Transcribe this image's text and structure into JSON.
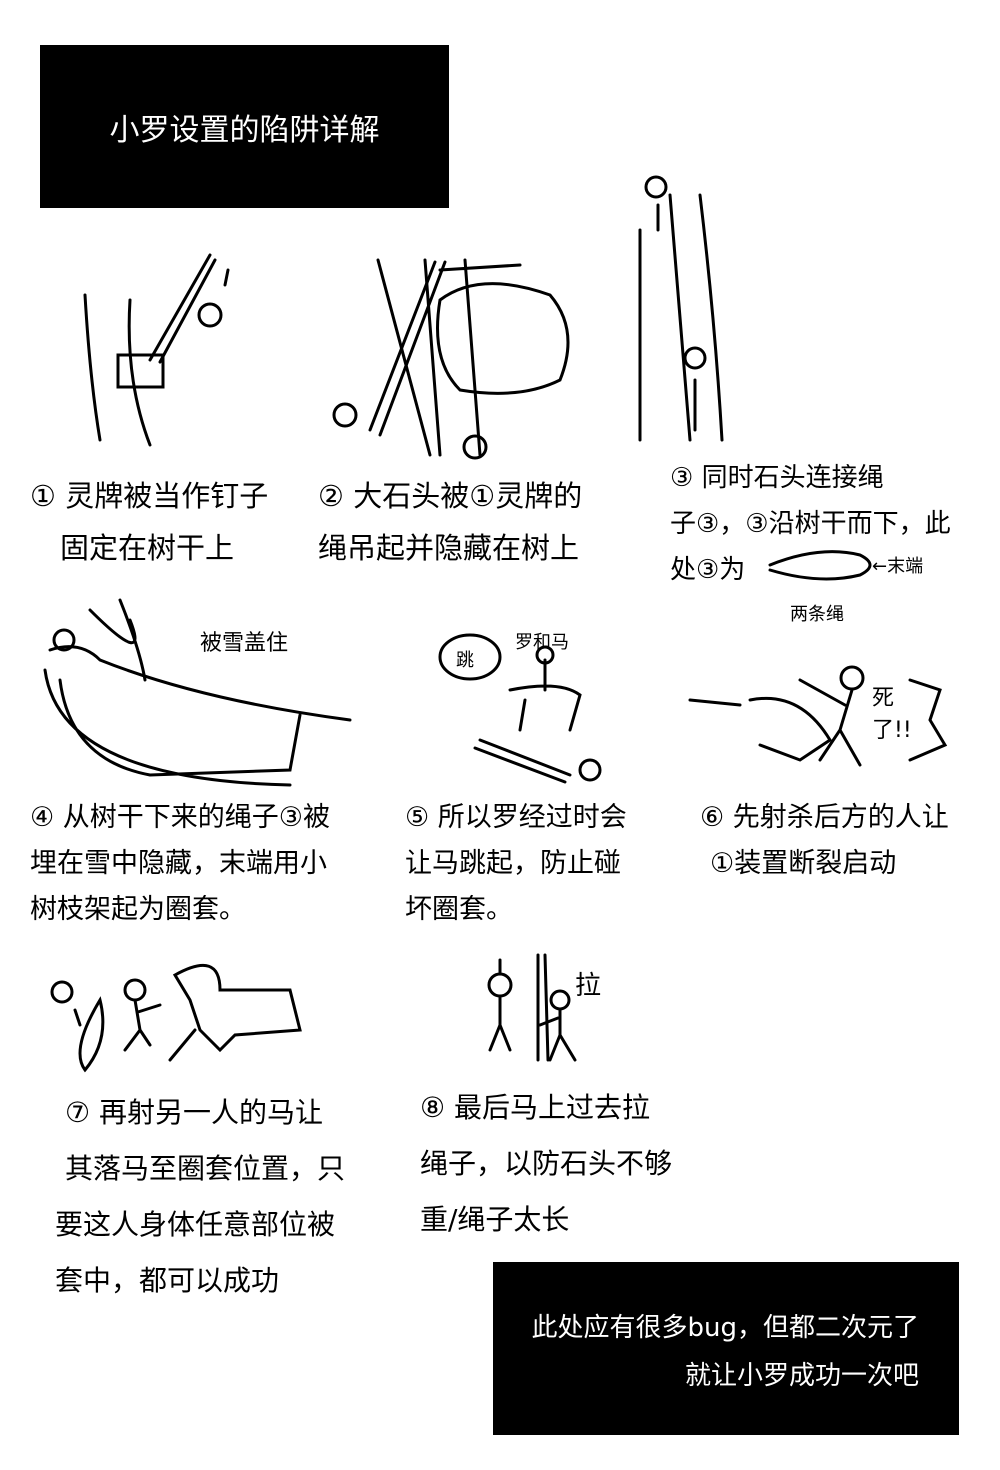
{
  "title": "小罗设置的陷阱详解",
  "steps": [
    {
      "lines": [
        "① 灵牌被当作钉子",
        "固定在树干上"
      ]
    },
    {
      "lines": [
        "② 大石头被①灵牌的",
        "绳吊起并隐藏在树上"
      ]
    },
    {
      "lines": [
        "③ 同时石头连接绳",
        "子③，③沿树干而下，此",
        "处③为"
      ],
      "labels": {
        "end": "←末端",
        "two_ropes": "两条绳"
      }
    },
    {
      "lines": [
        "④ 从树干下来的绳子③被",
        "埋在雪中隐藏，末端用小",
        "树枝架起为圈套。"
      ],
      "labels": {
        "snow": "被雪盖住"
      }
    },
    {
      "lines": [
        "⑤ 所以罗经过时会",
        "让马跳起，防止碰",
        "坏圈套。"
      ],
      "labels": {
        "jump": "跳",
        "rider": "罗和马"
      }
    },
    {
      "lines": [
        "⑥ 先射杀后方的人让",
        "①装置断裂启动"
      ],
      "labels": {
        "dead": "死了!!"
      }
    },
    {
      "lines": [
        "⑦ 再射另一人的马让",
        "其落马至圈套位置，只",
        "要这人身体任意部位被",
        "套中，都可以成功"
      ]
    },
    {
      "lines": [
        "⑧ 最后马上过去拉",
        "绳子，以防石头不够",
        "重/绳子太长"
      ],
      "labels": {
        "pull": "拉"
      }
    }
  ],
  "footer": [
    "此处应有很多bug，但都二次元了",
    "就让小罗成功一次吧"
  ]
}
